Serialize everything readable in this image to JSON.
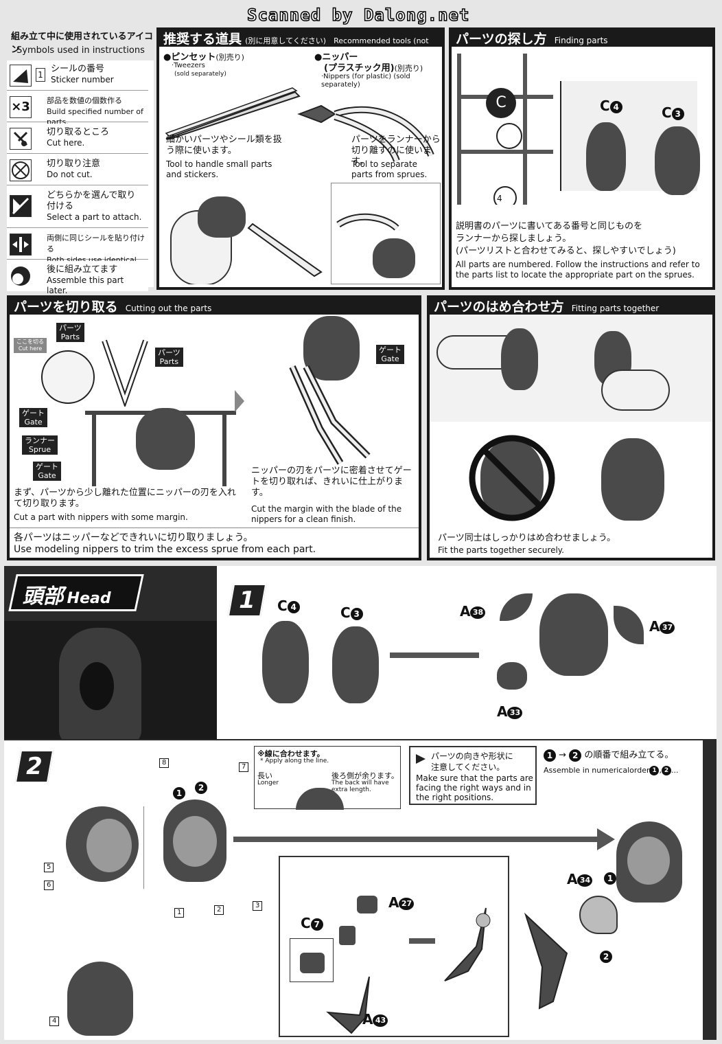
{
  "scan_credit": "Scanned by Dalong.net",
  "symbols": {
    "title_jp": "組み立て中に使用されているアイコン",
    "title_en": "Symbols used in instructions",
    "items": [
      {
        "icon": "sticker-icon",
        "badge": "1",
        "jp": "シールの番号",
        "en": "Sticker number"
      },
      {
        "icon": "multiply-icon",
        "badge": "×3",
        "jp": "部品を数値の個数作る",
        "en": "Build specified number of parts."
      },
      {
        "icon": "cut-icon",
        "jp": "切り取るところ",
        "en": "Cut here."
      },
      {
        "icon": "do-not-cut-icon",
        "jp": "切り取り注意",
        "en": "Do not cut."
      },
      {
        "icon": "select-part-icon",
        "jp": "どちらかを選んで取り付ける",
        "en": "Select a part to attach."
      },
      {
        "icon": "both-sides-icon",
        "jp": "両側に同じシールを貼り付ける",
        "en": "Both sides use identical parts."
      },
      {
        "icon": "assemble-later-icon",
        "jp": "後に組み立てます",
        "en": "Assemble this part later."
      }
    ]
  },
  "tools": {
    "title_jp": "推奨する道具",
    "title_jp_note": "(別に用意してください)",
    "title_en": "Recommended tools (not included)",
    "tweezers_jp": "●ピンセット",
    "tweezers_note_jp": "(別売り)",
    "tweezers_en": "·Tweezers",
    "tweezers_en_note": "(sold separately)",
    "nippers_jp": "●ニッパー",
    "nippers_jp2": "(プラスチック用)",
    "nippers_note_jp": "(別売り)",
    "nippers_en": "·Nippers (for plastic) (sold separately)",
    "tweezers_desc_jp": "細かいパーツやシール類を扱う際に使います。",
    "tweezers_desc_en": "Tool to handle small parts and stickers.",
    "nippers_desc_jp": "パーツをランナーから切り離すのに使います。",
    "nippers_desc_en": "Tool to separate parts from sprues."
  },
  "finding": {
    "title_jp": "パーツの探し方",
    "title_en": "Finding parts",
    "part_a_letter": "C",
    "part_a_num": "4",
    "part_b_letter": "C",
    "part_b_num": "3",
    "runner_letter": "C",
    "runner_num": "4",
    "desc_jp1": "説明書のパーツに書いてある番号と同じものを",
    "desc_jp2": "ランナーから探しましょう。",
    "desc_jp3": "(パーツリストと合わせてみると、探しやすいでしょう)",
    "desc_en": "All parts are numbered. Follow the instructions and refer to the parts list to locate the appropriate part on the sprues."
  },
  "cutting": {
    "title_jp": "パーツを切り取る",
    "title_en": "Cutting out the parts",
    "label_parts_jp": "パーツ",
    "label_parts_en": "Parts",
    "label_cut_jp": "ここを切る",
    "label_cut_en": "Cut here",
    "label_gate_jp": "ゲート",
    "label_gate_en": "Gate",
    "label_runner_jp": "ランナー",
    "label_runner_en": "Sprue",
    "step1_jp": "まず、パーツから少し離れた位置にニッパーの刃を入れて切り取ります。",
    "step1_en": "Cut a part with nippers with some margin.",
    "step2_jp": "ニッパーの刃をパーツに密着させてゲートを切り取れば、きれいに仕上がります。",
    "step2_en": "Cut the margin with the blade of the nippers for a clean finish.",
    "footer_jp": "各パーツはニッパーなどできれいに切り取りましょう。",
    "footer_en": "Use modeling nippers to trim the excess sprue from each part."
  },
  "fitting": {
    "title_jp": "パーツのはめ合わせ方",
    "title_en": "Fitting parts together",
    "desc_jp": "パーツ同士はしっかりはめ合わせましょう。",
    "desc_en": "Fit the parts together securely."
  },
  "head": {
    "title_jp": "頭部",
    "title_en": "Head",
    "step1": {
      "number": "1",
      "parts": [
        {
          "letter": "C",
          "num": "4"
        },
        {
          "letter": "C",
          "num": "3"
        },
        {
          "letter": "A",
          "num": "38"
        },
        {
          "letter": "A",
          "num": "37"
        },
        {
          "letter": "A",
          "num": "33"
        }
      ]
    },
    "step2": {
      "number": "2",
      "stickers": [
        "8",
        "7",
        "5",
        "6",
        "1",
        "2",
        "3",
        "4"
      ],
      "order_marks": [
        "1",
        "2"
      ],
      "note_line_jp": "※線に合わせます。",
      "note_line_en": "* Apply along the line.",
      "note_long_jp": "長い",
      "note_long_en": "Longer",
      "note_back_jp": "後ろ側が余ります。",
      "note_back_en": "The back will have extra length.",
      "note_dir_jp1": "パーツの向きや形状に",
      "note_dir_jp2": "注意してください。",
      "note_dir_en": "Make sure that the parts are facing the right ways and in the right positions.",
      "order_jp": "の順番で組み立てる。",
      "order_en": "Assemble in numericalorder",
      "order_en_tail": "...",
      "arrow_sep": "→",
      "order_en_comma": ",",
      "parts": [
        {
          "letter": "A",
          "num": "34"
        },
        {
          "letter": "A",
          "num": "27"
        },
        {
          "letter": "C",
          "num": "7"
        },
        {
          "letter": "A",
          "num": "43"
        }
      ]
    }
  }
}
